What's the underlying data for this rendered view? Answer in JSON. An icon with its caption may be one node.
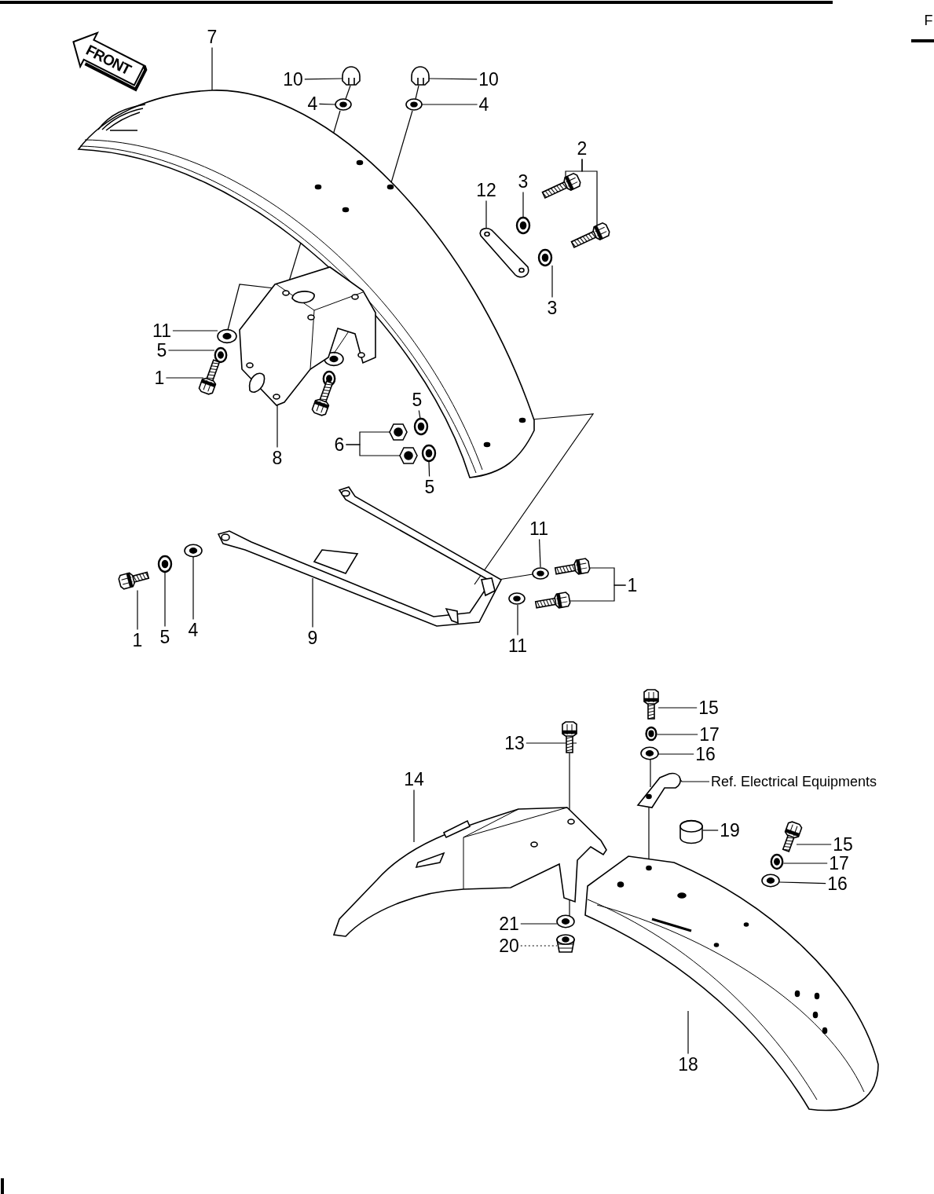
{
  "diagram": {
    "nodes": [
      {
        "text": [
          "7"
        ]
      },
      {
        "text": [
          "10"
        ]
      },
      {
        "text": [
          "10"
        ]
      },
      {
        "text": [
          "4"
        ]
      },
      {
        "text": [
          "4"
        ]
      },
      {
        "text": [
          "2"
        ]
      },
      {
        "text": [
          "3"
        ]
      },
      {
        "text": [
          "12"
        ]
      },
      {
        "text": [
          "3"
        ]
      },
      {
        "text": [
          "11"
        ]
      },
      {
        "text": [
          "5"
        ]
      },
      {
        "text": [
          "1"
        ]
      },
      {
        "text": [
          "5"
        ]
      },
      {
        "text": [
          "8"
        ]
      },
      {
        "text": [
          "6"
        ]
      },
      {
        "text": [
          "5"
        ]
      },
      {
        "text": [
          "11"
        ]
      },
      {
        "text": [
          "1"
        ]
      },
      {
        "text": [
          "1"
        ]
      },
      {
        "text": [
          "5"
        ]
      },
      {
        "text": [
          "4"
        ]
      },
      {
        "text": [
          "9"
        ]
      },
      {
        "text": [
          "11"
        ]
      },
      {
        "text": [
          "15"
        ]
      },
      {
        "text": [
          "13"
        ]
      },
      {
        "text": [
          "17"
        ]
      },
      {
        "text": [
          "16"
        ]
      },
      {
        "text": [
          "14"
        ]
      },
      {
        "text": [
          "Ref. Electrical Equipments"
        ]
      },
      {
        "text": [
          "19"
        ]
      },
      {
        "text": [
          "15"
        ]
      },
      {
        "text": [
          "17"
        ]
      },
      {
        "text": [
          "16"
        ]
      },
      {
        "text": [
          "21"
        ]
      },
      {
        "text": [
          "20"
        ]
      },
      {
        "text": [
          "18"
        ]
      },
      {
        "text": [],
        "shape": "picture"
      },
      {
        "text": [],
        "shape": "picture"
      },
      {
        "text": [],
        "shape": "picture"
      },
      {
        "text": [],
        "shape": "picture"
      },
      {
        "text": [],
        "shape": "picture"
      },
      {
        "text": [],
        "shape": "picture"
      },
      {
        "text": [],
        "shape": "picture"
      },
      {
        "text": [],
        "shape": "picture"
      },
      {
        "text": [],
        "shape": "picture"
      },
      {
        "text": [],
        "shape": "picture"
      },
      {
        "text": [],
        "shape": "picture"
      },
      {
        "text": [],
        "shape": "picture"
      },
      {
        "text": [],
        "shape": "picture"
      },
      {
        "text": [],
        "shape": "picture"
      },
      {
        "text": [],
        "shape": "picture"
      },
      {
        "text": [],
        "shape": "picture"
      },
      {
        "text": [],
        "shape": "picture"
      },
      {
        "text": [],
        "shape": "picture"
      },
      {
        "text": [],
        "shape": "picture"
      },
      {
        "text": [],
        "shape": "picture"
      },
      {
        "text": [],
        "shape": "picture"
      },
      {
        "text": [],
        "shape": "picture"
      },
      {
        "text": [],
        "shape": "picture"
      },
      {
        "text": [],
        "shape": "picture"
      },
      {
        "text": [],
        "shape": "picture"
      },
      {
        "text": [],
        "shape": "picture"
      },
      {
        "text": [],
        "shape": "picture"
      },
      {
        "text": [],
        "shape": "picture"
      },
      {
        "text": [],
        "shape": "picture"
      },
      {
        "text": [],
        "shape": "picture"
      },
      {
        "text": [],
        "shape": "picture"
      },
      {
        "text": [],
        "shape": "picture"
      },
      {
        "text": [],
        "shape": "picture"
      },
      {
        "text": [],
        "shape": "picture"
      },
      {
        "text": [],
        "shape": "picture"
      },
      {
        "text": [],
        "shape": "picture"
      },
      {
        "text": [],
        "shape": "picture"
      },
      {
        "text": [],
        "shape": "picture"
      },
      {
        "text": [],
        "shape": "picture"
      }
    ],
    "edges": [
      {
        "from": 0,
        "to": 36,
        "arrow": "none"
      },
      {
        "from": 1,
        "to": 37,
        "arrow": "none"
      },
      {
        "from": 2,
        "to": 38,
        "arrow": "none"
      },
      {
        "from": 3,
        "to": 39,
        "arrow": "none"
      },
      {
        "from": 4,
        "to": 40,
        "arrow": "none"
      },
      {
        "from": 5,
        "to": 41,
        "arrow": "none"
      },
      {
        "from": 5,
        "to": 42,
        "arrow": "none"
      },
      {
        "from": 6,
        "to": 43,
        "arrow": "none"
      },
      {
        "from": 7,
        "to": 44,
        "arrow": "none"
      },
      {
        "from": 8,
        "to": 45,
        "arrow": "none"
      },
      {
        "from": 9,
        "to": 46,
        "arrow": "none"
      },
      {
        "from": 10,
        "to": 47,
        "arrow": "none"
      },
      {
        "from": 11,
        "to": 48,
        "arrow": "none"
      },
      {
        "from": 12,
        "to": 49,
        "arrow": "none"
      },
      {
        "from": 13,
        "to": 50,
        "arrow": "none"
      },
      {
        "from": 14,
        "to": 51,
        "arrow": "none"
      },
      {
        "from": 14,
        "to": 52,
        "arrow": "none"
      },
      {
        "from": 15,
        "to": 53,
        "arrow": "none"
      },
      {
        "from": 16,
        "to": 54,
        "arrow": "none"
      },
      {
        "from": 17,
        "to": 55,
        "arrow": "none"
      },
      {
        "from": 17,
        "to": 56,
        "arrow": "none"
      },
      {
        "from": 18,
        "to": 57,
        "arrow": "none"
      },
      {
        "from": 19,
        "to": 58,
        "arrow": "none"
      },
      {
        "from": 20,
        "to": 59,
        "arrow": "none"
      },
      {
        "from": 21,
        "to": 60,
        "arrow": "none"
      },
      {
        "from": 22,
        "to": 61,
        "arrow": "none"
      },
      {
        "from": 23,
        "to": 62,
        "arrow": "none"
      },
      {
        "from": 24,
        "to": 63,
        "arrow": "none"
      },
      {
        "from": 25,
        "to": 64,
        "arrow": "none"
      },
      {
        "from": 26,
        "to": 65,
        "arrow": "none"
      },
      {
        "from": 27,
        "to": 66,
        "arrow": "none"
      },
      {
        "from": 28,
        "to": 67,
        "arrow": "none"
      },
      {
        "from": 29,
        "to": 68,
        "arrow": "none"
      },
      {
        "from": 30,
        "to": 69,
        "arrow": "none"
      },
      {
        "from": 31,
        "to": 70,
        "arrow": "none"
      },
      {
        "from": 32,
        "to": 71,
        "arrow": "none"
      },
      {
        "from": 33,
        "to": 72,
        "arrow": "none"
      },
      {
        "from": 34,
        "to": 73,
        "arrow": "none",
        "style": "dashed"
      },
      {
        "from": 35,
        "to": 74,
        "arrow": "none"
      },
      {
        "from": 39,
        "to": 36,
        "arrow": "none"
      },
      {
        "from": 40,
        "to": 36,
        "arrow": "none"
      },
      {
        "from": 50,
        "to": 36,
        "arrow": "none"
      },
      {
        "from": 46,
        "to": 50,
        "arrow": "none"
      },
      {
        "from": 36,
        "to": 60,
        "arrow": "none"
      },
      {
        "from": 54,
        "to": 60,
        "arrow": "none"
      },
      {
        "from": 63,
        "to": 72,
        "arrow": "none"
      },
      {
        "from": 65,
        "to": 67,
        "arrow": "none"
      },
      {
        "from": 67,
        "to": 74,
        "arrow": "none"
      },
      {
        "from": 37,
        "to": 39,
        "arrow": "none"
      },
      {
        "from": 38,
        "to": 40,
        "arrow": "none"
      }
    ],
    "labels": [
      "FRONT",
      "F"
    ]
  }
}
